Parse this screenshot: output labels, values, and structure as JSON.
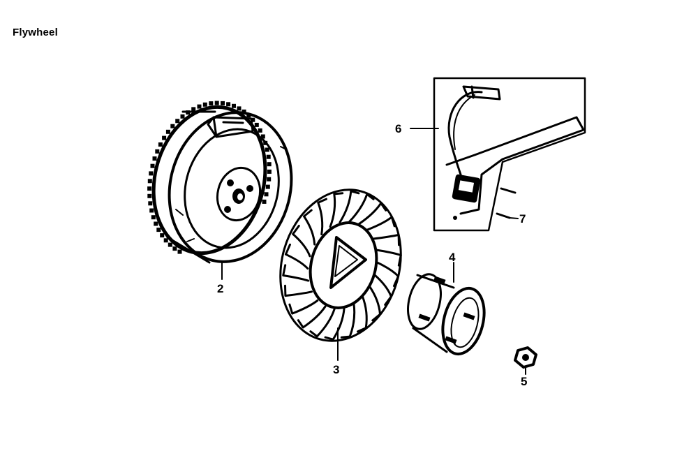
{
  "title": "Flywheel",
  "callouts": {
    "p2": "2",
    "p3": "3",
    "p4": "4",
    "p5": "5",
    "p6": "6",
    "p7": "7"
  },
  "colors": {
    "ink": "#000000",
    "background": "#ffffff"
  }
}
